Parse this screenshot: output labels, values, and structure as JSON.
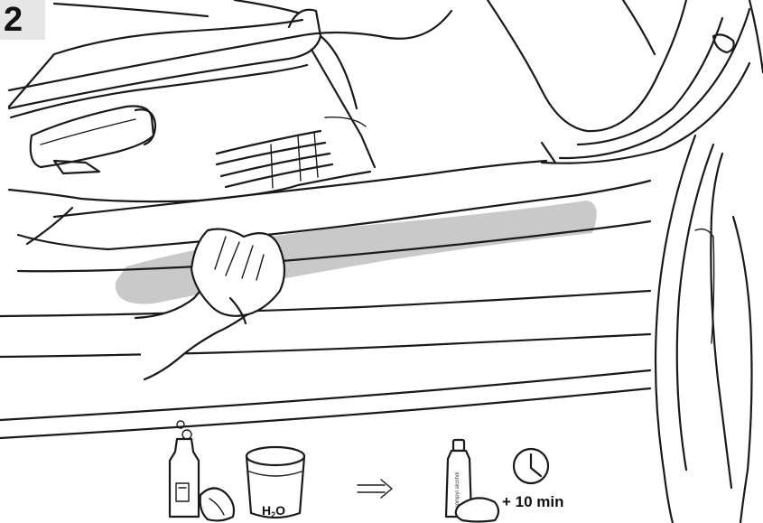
{
  "step": {
    "number": "2"
  },
  "water_icon": {
    "formula": "H",
    "subscript": "2",
    "suffix": "O"
  },
  "wait": {
    "label": "+ 10 min"
  },
  "primer_bottle": {
    "label": "Isopropyl alcohol"
  },
  "colors": {
    "badge_bg": "#e6e6e6",
    "cleaning_area": "#c8c8c8",
    "ink": "#1a1a1a"
  },
  "icons": [
    "cleaner-bottle-icon",
    "cloth-icon",
    "water-bucket-icon",
    "arrow-right-icon",
    "primer-bottle-icon",
    "clock-icon"
  ]
}
